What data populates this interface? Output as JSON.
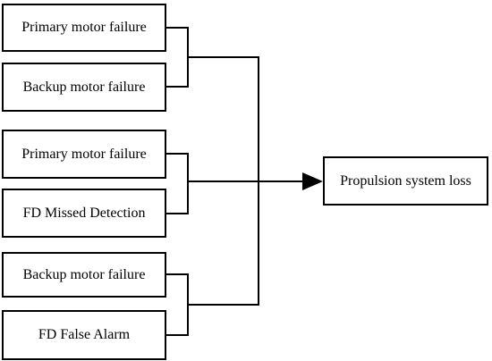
{
  "inputs": [
    {
      "label": "Primary motor failure"
    },
    {
      "label": "Backup motor failure"
    },
    {
      "label": "Primary motor failure"
    },
    {
      "label": "FD Missed Detection"
    },
    {
      "label": "Backup motor failure"
    },
    {
      "label": "FD False Alarm"
    }
  ],
  "output": {
    "label": "Propulsion system loss"
  },
  "colors": {
    "line": "#000000",
    "box_fill": "#ffffff",
    "text": "#000000"
  }
}
